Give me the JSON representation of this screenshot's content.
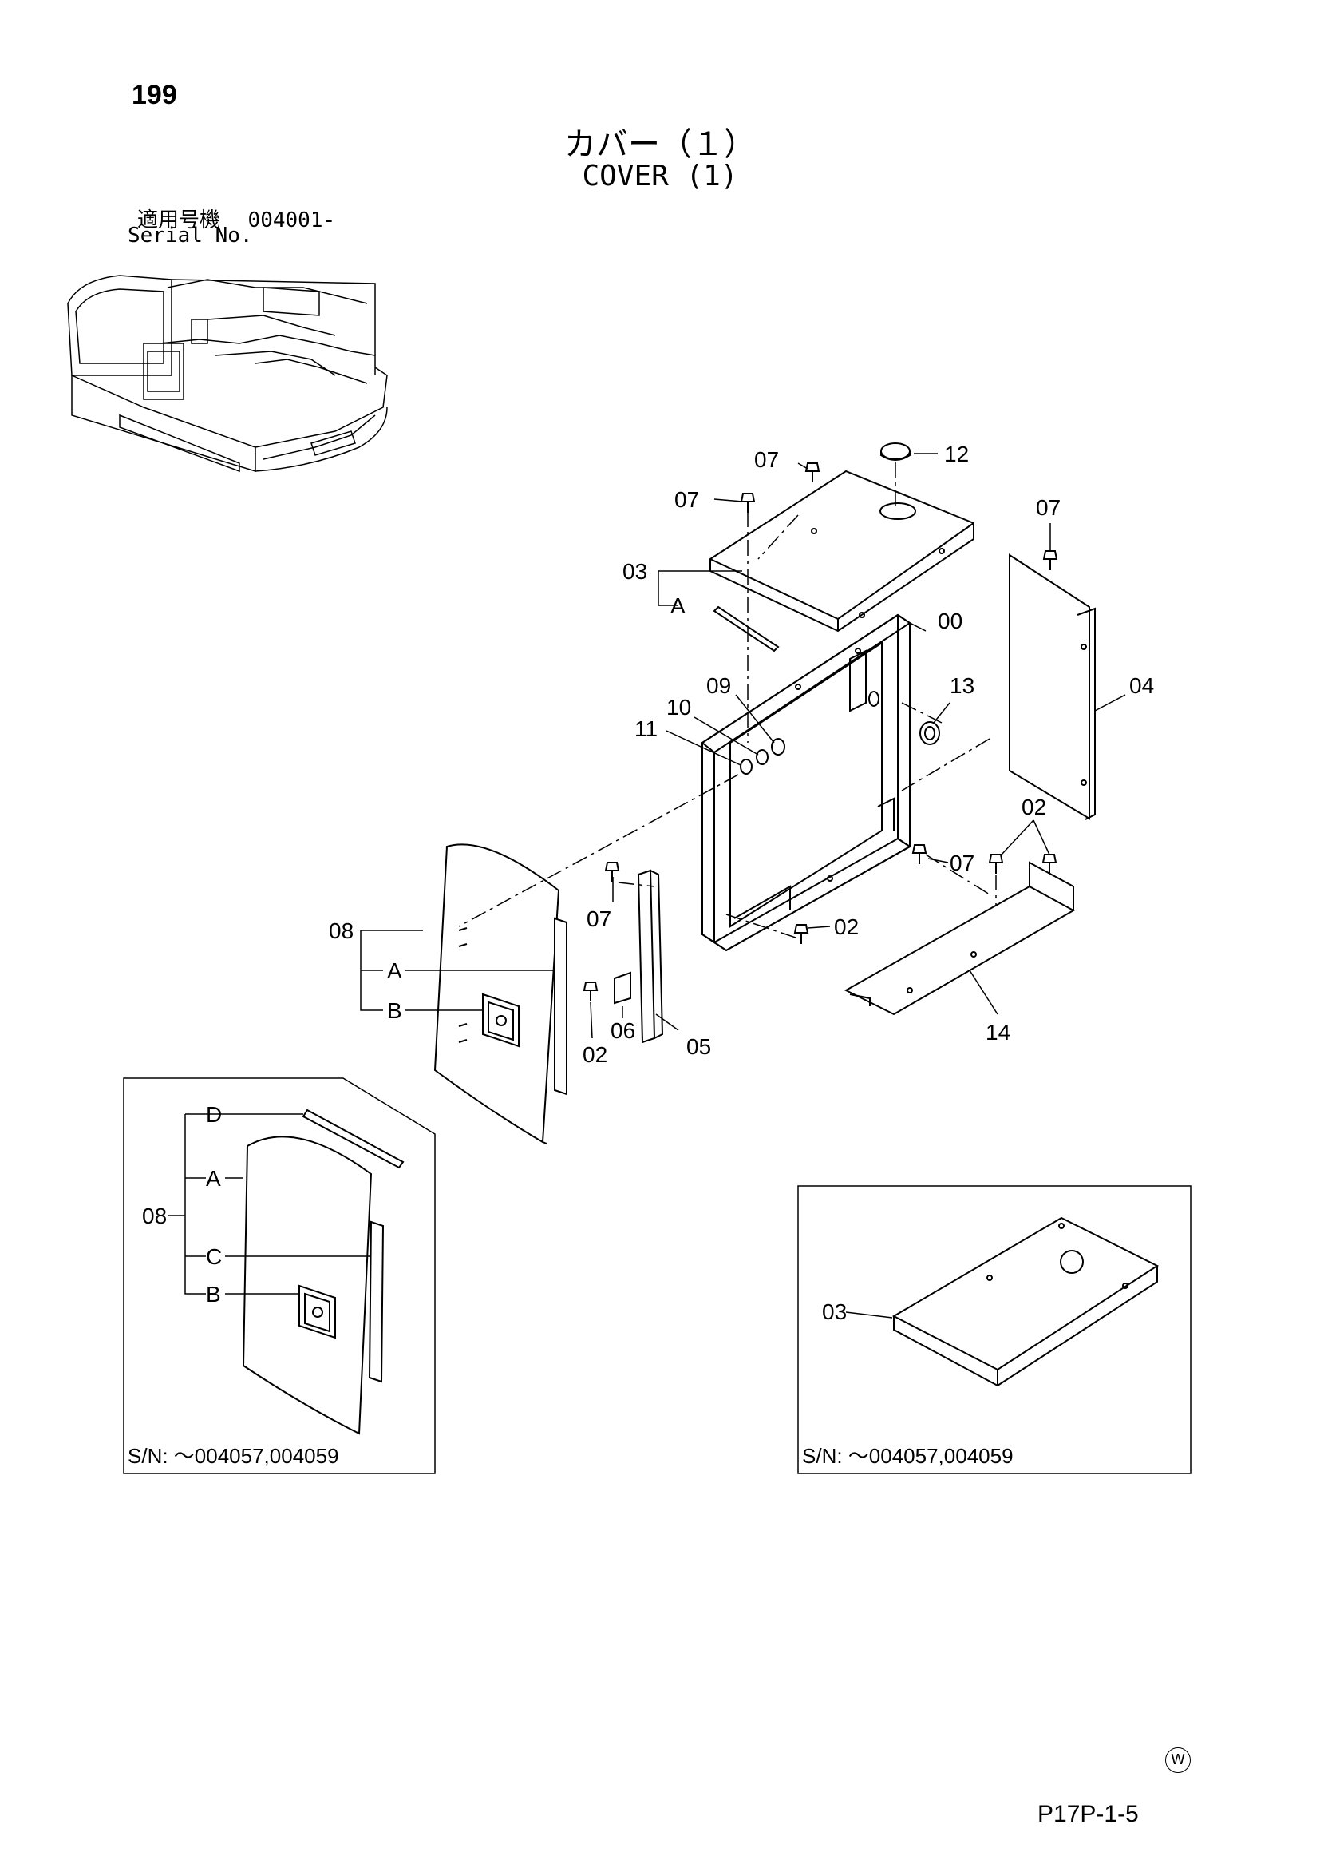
{
  "header": {
    "page_number": "199",
    "title_jp": "カバー（１）",
    "title_en": "COVER (1)",
    "serial_label_jp": "適用号機",
    "serial_range": "004001-",
    "serial_label_en": "Serial No."
  },
  "callouts": {
    "c12": "12",
    "c07a": "07",
    "c07b": "07",
    "c07c": "07",
    "c07d": "07",
    "c07e": "07",
    "c03": "03",
    "c03a": "A",
    "c00": "00",
    "c09": "09",
    "c10": "10",
    "c11": "11",
    "c13": "13",
    "c04": "04",
    "c02a": "02",
    "c02b": "02",
    "c02c": "02",
    "c08": "08",
    "c08a": "A",
    "c08b": "B",
    "c06": "06",
    "c05": "05",
    "c14": "14"
  },
  "inset_left": {
    "c08": "08",
    "d": "D",
    "a": "A",
    "c": "C",
    "b": "B",
    "serial_note": "S/N: ～004057,004059"
  },
  "inset_right": {
    "c03": "03",
    "serial_note": "S/N: ～004057,004059"
  },
  "footer": {
    "mark": "W",
    "page_code": "P17P-1-5"
  }
}
